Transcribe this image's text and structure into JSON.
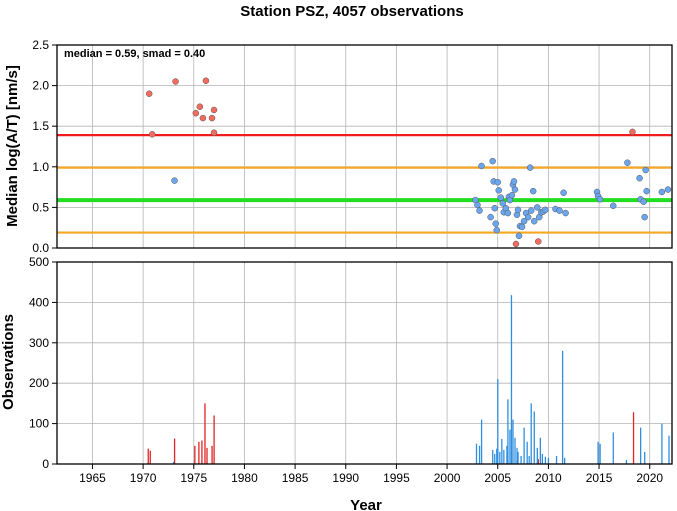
{
  "chart_data": [
    {
      "type": "scatter",
      "title": "Station PSZ, 4057 observations",
      "annotation": "median = 0.59, smad = 0.40",
      "ylabel": "Median log(A/T) [nm/s]",
      "xlabel": "",
      "xlim": [
        1961.5,
        2022.2
      ],
      "ylim": [
        0,
        2.5
      ],
      "x_ticks": [
        "1965",
        "1970",
        "1975",
        "1980",
        "1985",
        "1990",
        "1995",
        "2000",
        "2005",
        "2010",
        "2015",
        "2020"
      ],
      "y_ticks": [
        "0.0",
        "0.5",
        "1.0",
        "1.5",
        "2.0",
        "2.5"
      ],
      "grid": true,
      "reference_lines": [
        {
          "value": 1.39,
          "color": "#ee1c1c"
        },
        {
          "value": 0.99,
          "color": "#f5a623"
        },
        {
          "value": 0.59,
          "color": "#22dd22"
        },
        {
          "value": 0.19,
          "color": "#f5a623"
        }
      ],
      "series": [
        {
          "color": "#f26b5e",
          "points": [
            [
              1970.6,
              1.9
            ],
            [
              1970.9,
              1.4
            ],
            [
              1973.2,
              2.05
            ],
            [
              1975.2,
              1.66
            ],
            [
              1975.6,
              1.74
            ],
            [
              1975.9,
              1.6
            ],
            [
              1976.2,
              2.06
            ],
            [
              1976.8,
              1.6
            ],
            [
              1977.0,
              1.7
            ],
            [
              1977.0,
              1.42
            ],
            [
              2018.3,
              1.43
            ],
            [
              2006.8,
              0.05
            ],
            [
              2009.0,
              0.08
            ]
          ]
        },
        {
          "color": "#6aa6f0",
          "points": [
            [
              1973.1,
              0.83
            ],
            [
              2002.8,
              0.59
            ],
            [
              2003.0,
              0.53
            ],
            [
              2003.2,
              0.46
            ],
            [
              2003.4,
              1.01
            ],
            [
              2004.3,
              0.38
            ],
            [
              2004.5,
              1.07
            ],
            [
              2004.6,
              0.82
            ],
            [
              2004.7,
              0.49
            ],
            [
              2004.8,
              0.3
            ],
            [
              2004.9,
              0.22
            ],
            [
              2005.0,
              0.81
            ],
            [
              2005.1,
              0.71
            ],
            [
              2005.3,
              0.62
            ],
            [
              2005.5,
              0.55
            ],
            [
              2005.6,
              0.44
            ],
            [
              2005.8,
              0.49
            ],
            [
              2006.0,
              0.43
            ],
            [
              2006.1,
              0.63
            ],
            [
              2006.2,
              0.59
            ],
            [
              2006.4,
              0.65
            ],
            [
              2006.5,
              0.78
            ],
            [
              2006.6,
              0.82
            ],
            [
              2006.7,
              0.72
            ],
            [
              2006.9,
              0.41
            ],
            [
              2007.0,
              0.47
            ],
            [
              2007.1,
              0.15
            ],
            [
              2007.2,
              0.27
            ],
            [
              2007.4,
              0.26
            ],
            [
              2007.6,
              0.33
            ],
            [
              2007.8,
              0.43
            ],
            [
              2008.0,
              0.38
            ],
            [
              2008.2,
              0.99
            ],
            [
              2008.3,
              0.46
            ],
            [
              2008.5,
              0.7
            ],
            [
              2008.6,
              0.33
            ],
            [
              2008.9,
              0.5
            ],
            [
              2009.1,
              0.38
            ],
            [
              2009.3,
              0.44
            ],
            [
              2009.5,
              0.45
            ],
            [
              2009.7,
              0.47
            ],
            [
              2010.7,
              0.48
            ],
            [
              2011.1,
              0.46
            ],
            [
              2011.5,
              0.68
            ],
            [
              2011.7,
              0.43
            ],
            [
              2014.8,
              0.69
            ],
            [
              2014.9,
              0.64
            ],
            [
              2015.1,
              0.6
            ],
            [
              2016.4,
              0.52
            ],
            [
              2017.8,
              1.05
            ],
            [
              2019.0,
              0.86
            ],
            [
              2019.1,
              0.6
            ],
            [
              2019.4,
              0.57
            ],
            [
              2019.5,
              0.38
            ],
            [
              2019.6,
              0.96
            ],
            [
              2019.7,
              0.7
            ],
            [
              2021.2,
              0.69
            ],
            [
              2021.8,
              0.72
            ]
          ]
        }
      ]
    },
    {
      "type": "bar",
      "ylabel": "Observations",
      "xlabel": "Year",
      "xlim": [
        1961.5,
        2022.2
      ],
      "ylim": [
        0,
        500
      ],
      "x_ticks": [
        "1965",
        "1970",
        "1975",
        "1980",
        "1985",
        "1990",
        "1995",
        "2000",
        "2005",
        "2010",
        "2015",
        "2020"
      ],
      "y_ticks": [
        "0",
        "100",
        "200",
        "300",
        "400",
        "500"
      ],
      "grid": true,
      "series": [
        {
          "color": "#e02424",
          "x": [
            1970.5,
            1970.7,
            1973.1,
            1975.1,
            1975.5,
            1975.8,
            1976.1,
            1976.3,
            1976.8,
            1977.0,
            2018.4,
            2006.9,
            2009.0
          ],
          "values": [
            38,
            33,
            63,
            45,
            55,
            58,
            150,
            40,
            45,
            120,
            128,
            10,
            12
          ]
        },
        {
          "color": "#2e8fe0",
          "x": [
            1973.0,
            2002.9,
            2003.2,
            2003.4,
            2004.5,
            2004.7,
            2004.9,
            2005.0,
            2005.2,
            2005.4,
            2005.6,
            2005.9,
            2006.0,
            2006.2,
            2006.35,
            2006.5,
            2006.7,
            2006.9,
            2007.0,
            2007.3,
            2007.6,
            2007.9,
            2008.1,
            2008.3,
            2008.6,
            2008.9,
            2009.2,
            2009.4,
            2009.7,
            2010.0,
            2010.8,
            2011.4,
            2011.6,
            2014.9,
            2015.1,
            2016.4,
            2017.7,
            2019.1,
            2019.5,
            2021.2,
            2021.9
          ],
          "values": [
            5,
            50,
            45,
            110,
            35,
            25,
            38,
            210,
            30,
            62,
            35,
            45,
            160,
            85,
            418,
            110,
            65,
            40,
            30,
            20,
            90,
            55,
            20,
            150,
            130,
            40,
            65,
            25,
            18,
            15,
            20,
            280,
            15,
            55,
            50,
            78,
            10,
            90,
            30,
            100,
            70
          ]
        }
      ]
    }
  ]
}
